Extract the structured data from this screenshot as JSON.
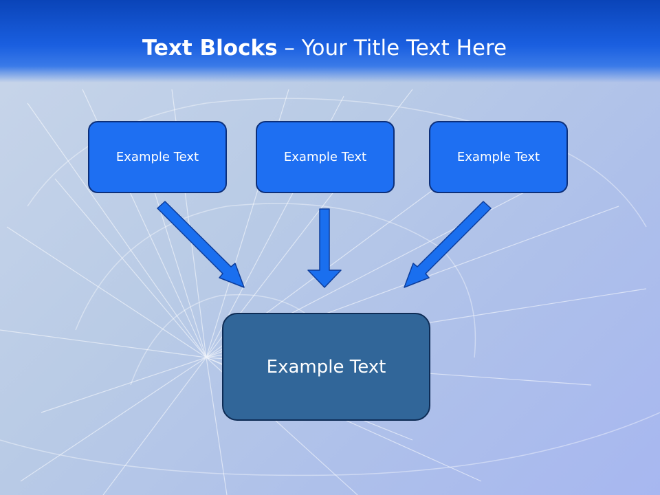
{
  "slide": {
    "title_bold": "Text Blocks",
    "title_dash": " – ",
    "title_rest": "Your Title Text Here",
    "top_boxes": [
      {
        "label": "Example Text"
      },
      {
        "label": "Example Text"
      },
      {
        "label": "Example Text"
      }
    ],
    "center_box": {
      "label": "Example Text"
    }
  },
  "colors": {
    "header": "#1a5fe0",
    "top_box_fill": "#1e6ff2",
    "center_box_fill": "#316699",
    "arrow": "#1a6fef"
  }
}
